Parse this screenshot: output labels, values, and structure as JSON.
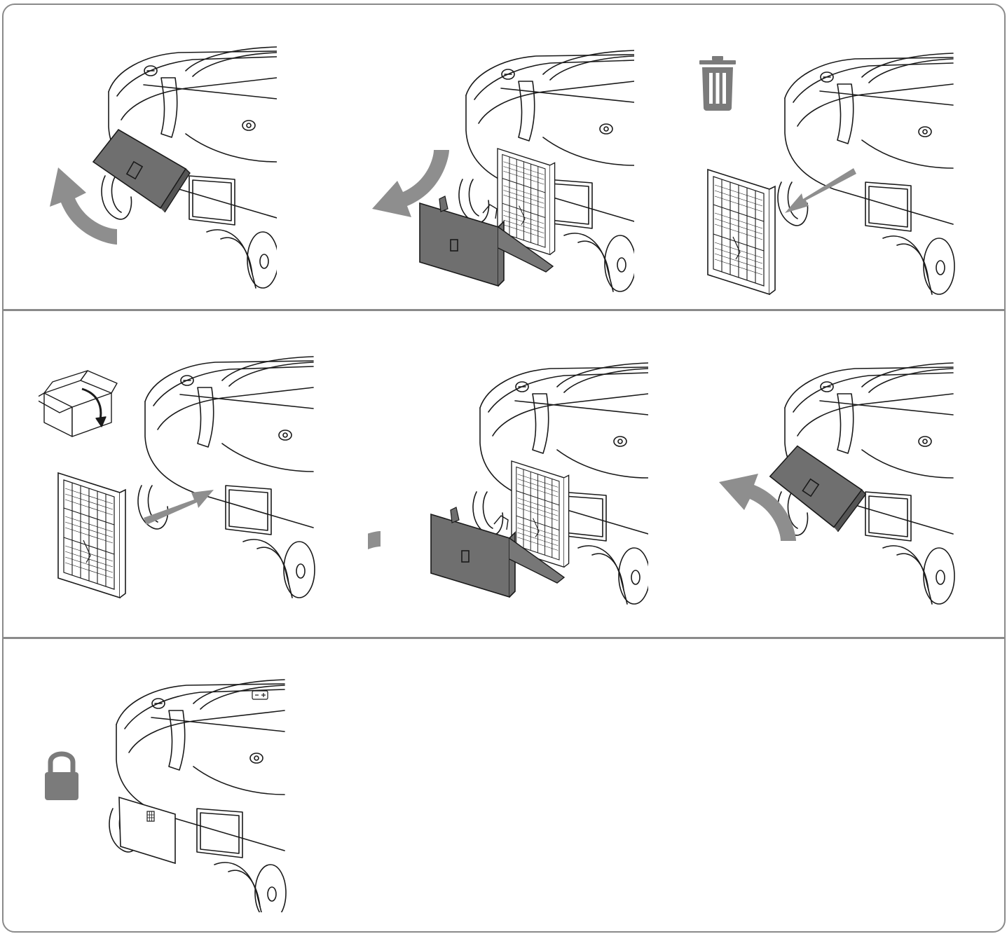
{
  "figure": {
    "colors": {
      "frame": "#8a8a8a",
      "arrow": "#8e8e8e",
      "part": "#6f6f6f",
      "icon": "#7b7b7b",
      "line": "#1a1a1a"
    },
    "steps": [
      {
        "id": 1,
        "action": "open-cover",
        "icons": [
          "curved-arrow-icon"
        ]
      },
      {
        "id": 2,
        "action": "pull-out-filter-frame",
        "icons": [
          "curved-arrow-icon"
        ]
      },
      {
        "id": 3,
        "action": "remove-filter",
        "icons": [
          "trash-icon",
          "straight-arrow-icon"
        ]
      },
      {
        "id": 4,
        "action": "insert-new-filter",
        "icons": [
          "open-box-icon",
          "straight-arrow-icon"
        ]
      },
      {
        "id": 5,
        "action": "push-in-filter-frame",
        "icons": [
          "curved-arrow-icon"
        ]
      },
      {
        "id": 6,
        "action": "close-cover",
        "icons": [
          "curved-arrow-icon"
        ]
      },
      {
        "id": 7,
        "action": "locked",
        "icons": [
          "padlock-icon"
        ]
      }
    ]
  }
}
